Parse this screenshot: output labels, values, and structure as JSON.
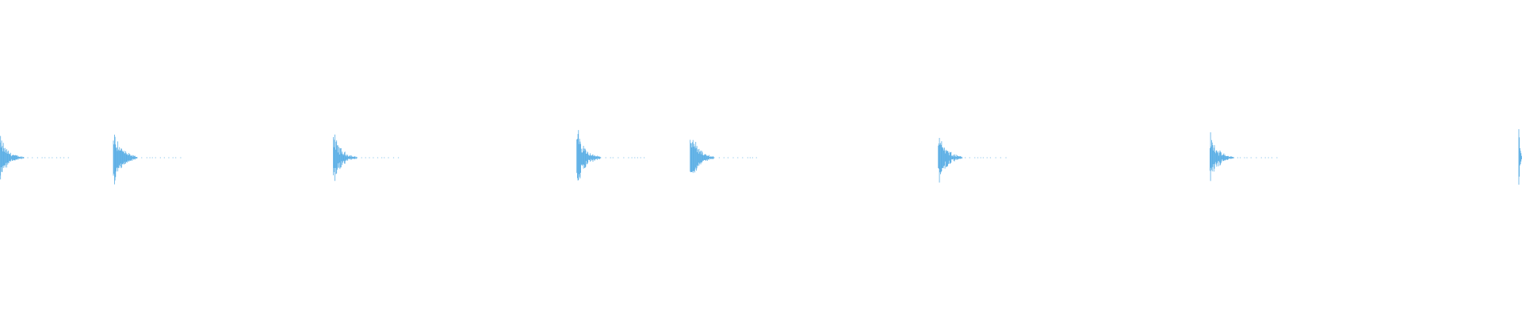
{
  "waveform": {
    "color": "#5aaee5",
    "background": "#ffffff",
    "duration_fraction_onsets": [
      0.0,
      0.0745,
      0.219,
      0.379,
      0.4535,
      0.6165,
      0.795,
      0.998
    ],
    "onset_peak_amplitudes": [
      0.17,
      0.26,
      0.2,
      0.25,
      0.22,
      0.25,
      0.19,
      0.32
    ],
    "decay_tail_length_fraction": 0.028
  }
}
